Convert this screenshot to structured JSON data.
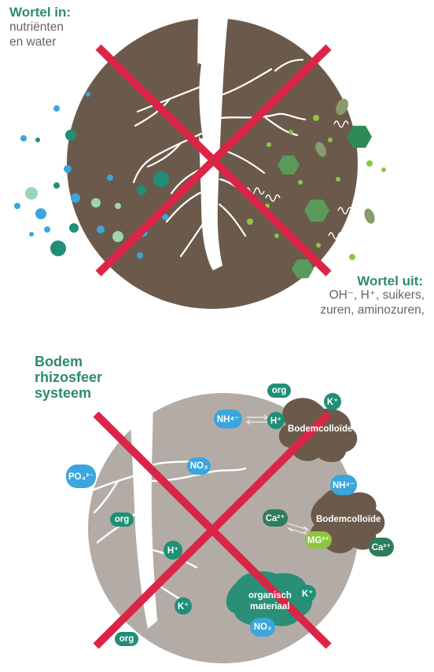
{
  "top": {
    "title": "Wortel in:",
    "lines": [
      "nutriënten",
      "en water"
    ],
    "out_title": "Wortel uit:",
    "out_lines": [
      "OH⁻, H⁺, suikers,",
      "zuren, aminozuren,"
    ]
  },
  "bottom": {
    "title_lines": [
      "Bodem",
      "rhizosfeer",
      "systeem"
    ],
    "labels": {
      "org_top": "org",
      "k_top": "K⁺",
      "nh4_left": "NH⁴⁻",
      "h_arrow": "H⁺",
      "colloid_top": "Bodemcolloïde",
      "po4": "PO₄³⁻",
      "no3_top": "NO₃",
      "nh4_right": "NH⁴⁻",
      "org_left": "org",
      "ca_left": "Ca²⁺",
      "colloid_right": "Bodemcolloïde",
      "mg": "MG²⁺",
      "ca_right": "Ca²⁺",
      "h_root": "H⁺",
      "k_mid": "K⁺",
      "k_right": "K⁺",
      "organic_material": [
        "organisch",
        "materiaal"
      ],
      "no3_bottom": "NO₃",
      "org_bottom": "org"
    }
  },
  "colors": {
    "heading": "#2f8a6c",
    "soil_dark": "#6b5a4b",
    "soil_light": "#b3aca6",
    "cross": "#dc2446",
    "teal": "#1f8f77",
    "green_light": "#8cc63f",
    "blue": "#3aa6dd"
  }
}
